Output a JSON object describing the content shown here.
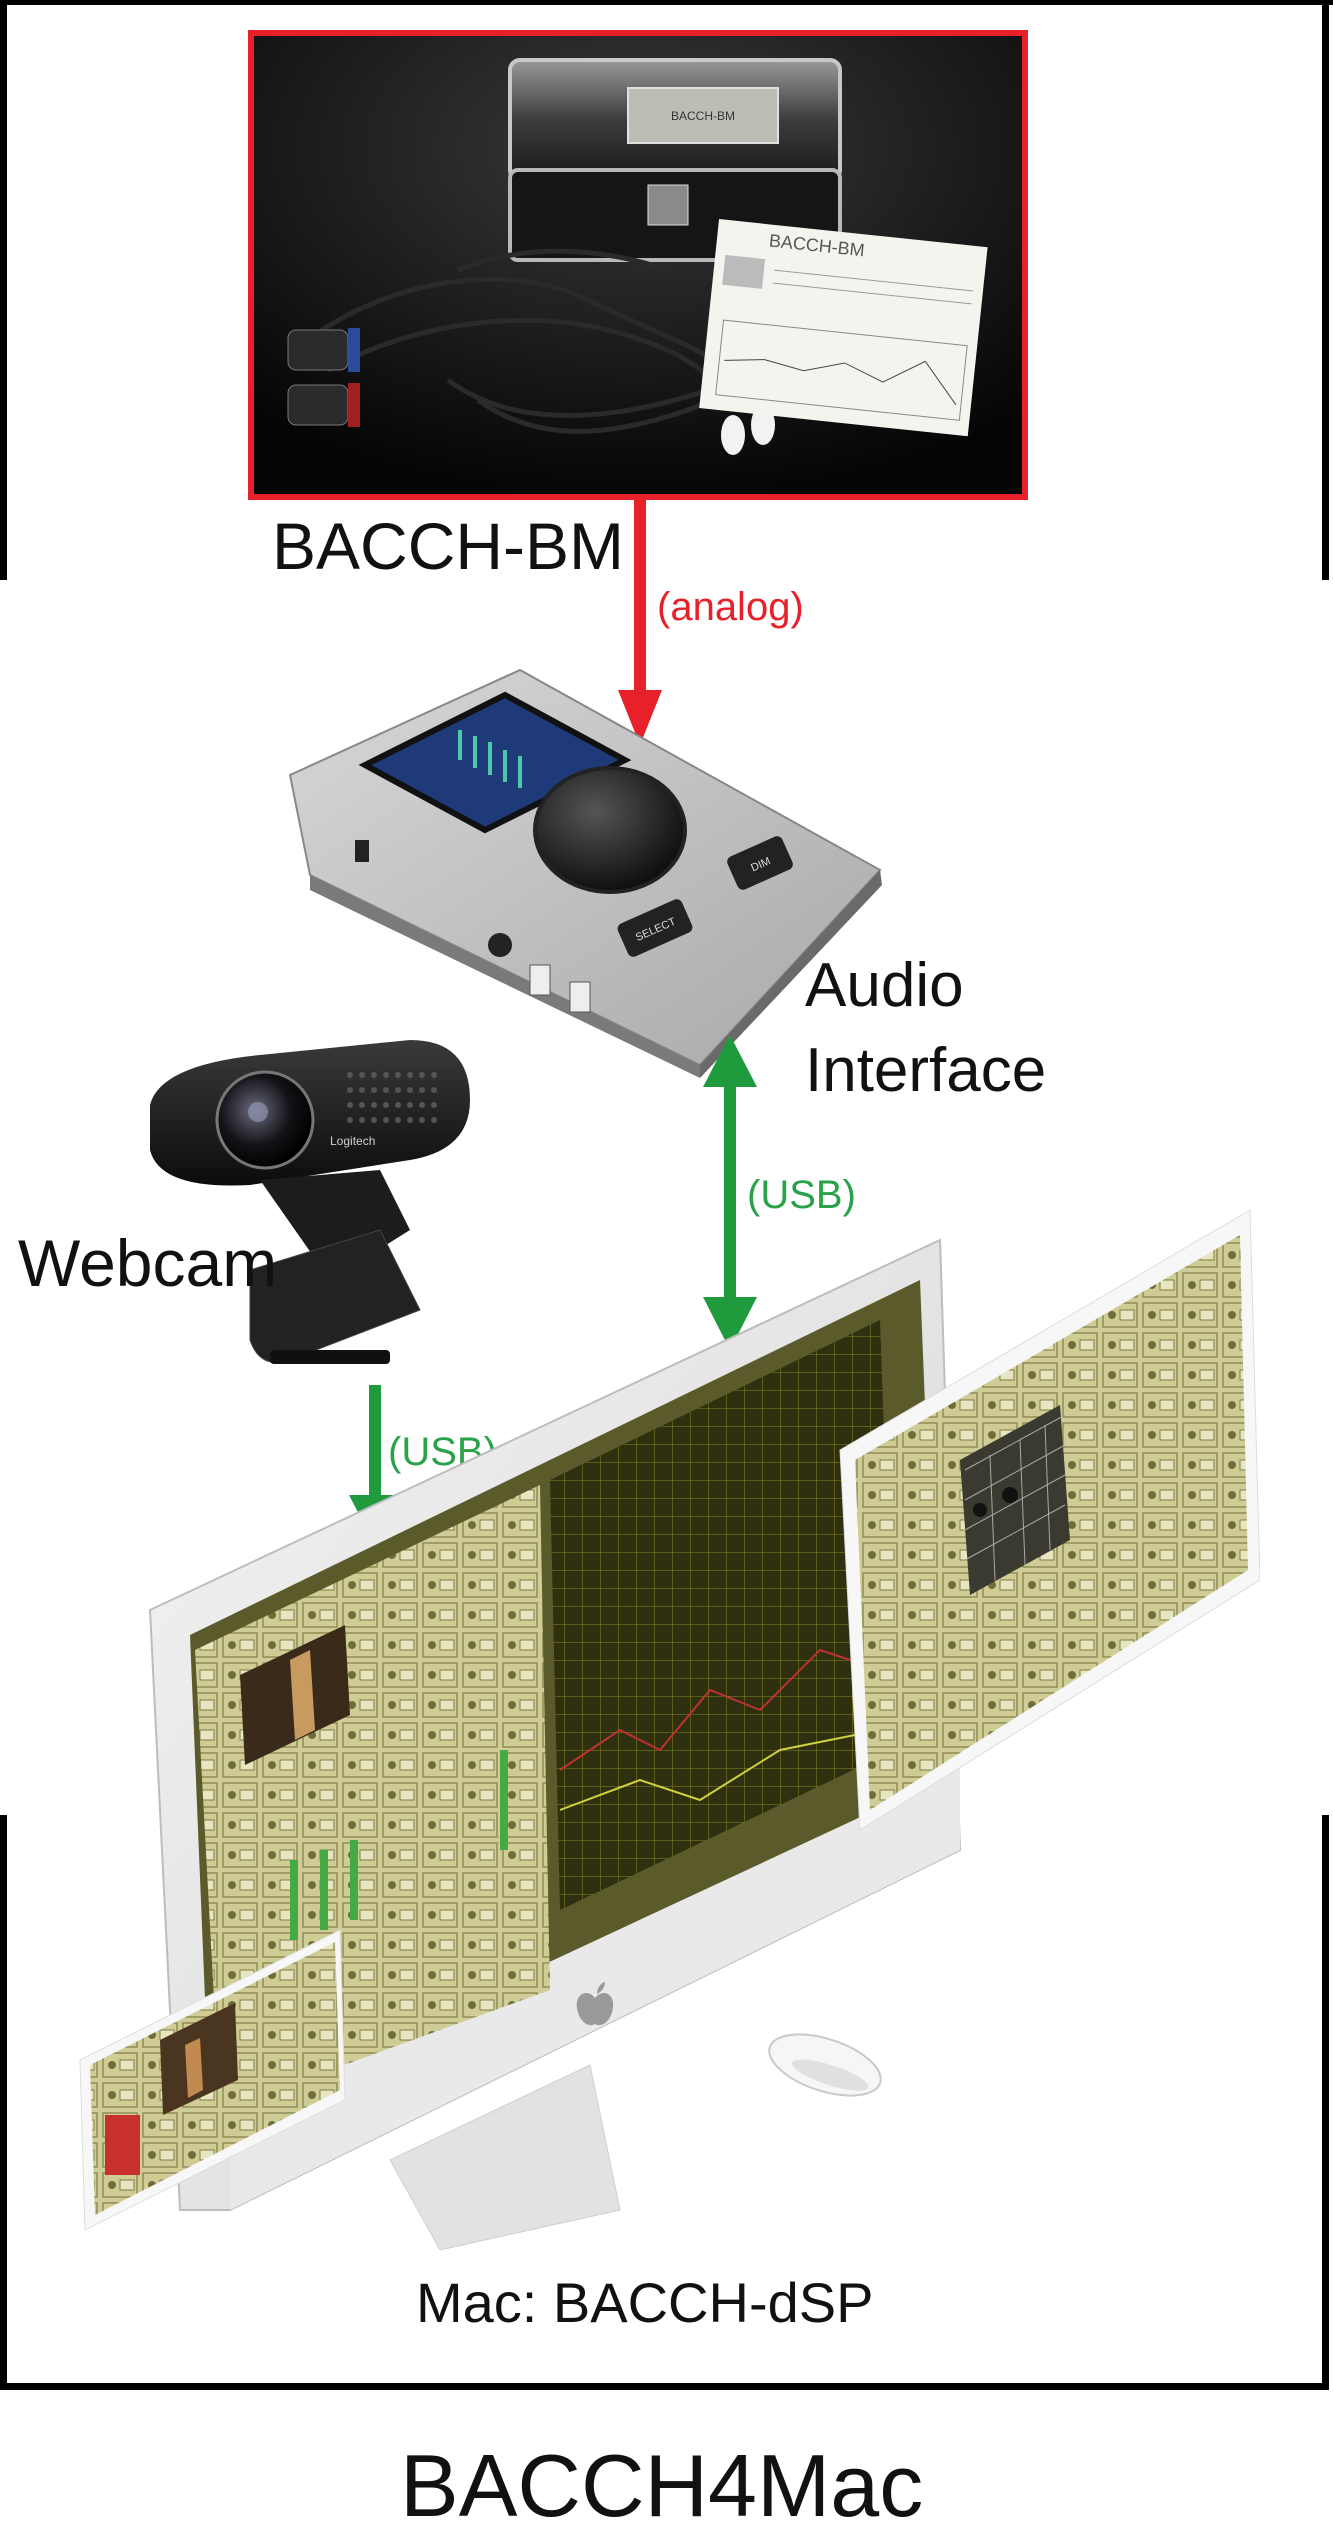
{
  "labels": {
    "microphone": "BACCH-BM",
    "interface_line1": "Audio",
    "interface_line2": "Interface",
    "webcam": "Webcam",
    "mac": "Mac: BACCH-dSP",
    "title": "BACCH4Mac"
  },
  "connections": {
    "mic_to_interface": "(analog)",
    "interface_to_mac": "(USB)",
    "webcam_to_mac": "(USB)"
  },
  "product_text": {
    "case_plate": "BACCH-BM",
    "certificate_title": "BACCH-BM",
    "webcam_brand": "Logitech",
    "interface_select": "SELECT",
    "interface_dim": "DIM"
  },
  "colors": {
    "analog_arrow": "#e8202a",
    "usb_arrow": "#1f9a3c",
    "usb_label": "#2aa24a",
    "analog_label": "#e8202a",
    "photo_border": "#e8202a",
    "frame": "#000000",
    "screen_panel": "#cfcf9a",
    "screen_dark": "#2f2f10"
  },
  "icons": {
    "apple_logo": "apple-logo-icon",
    "mouse": "mouse-icon"
  }
}
